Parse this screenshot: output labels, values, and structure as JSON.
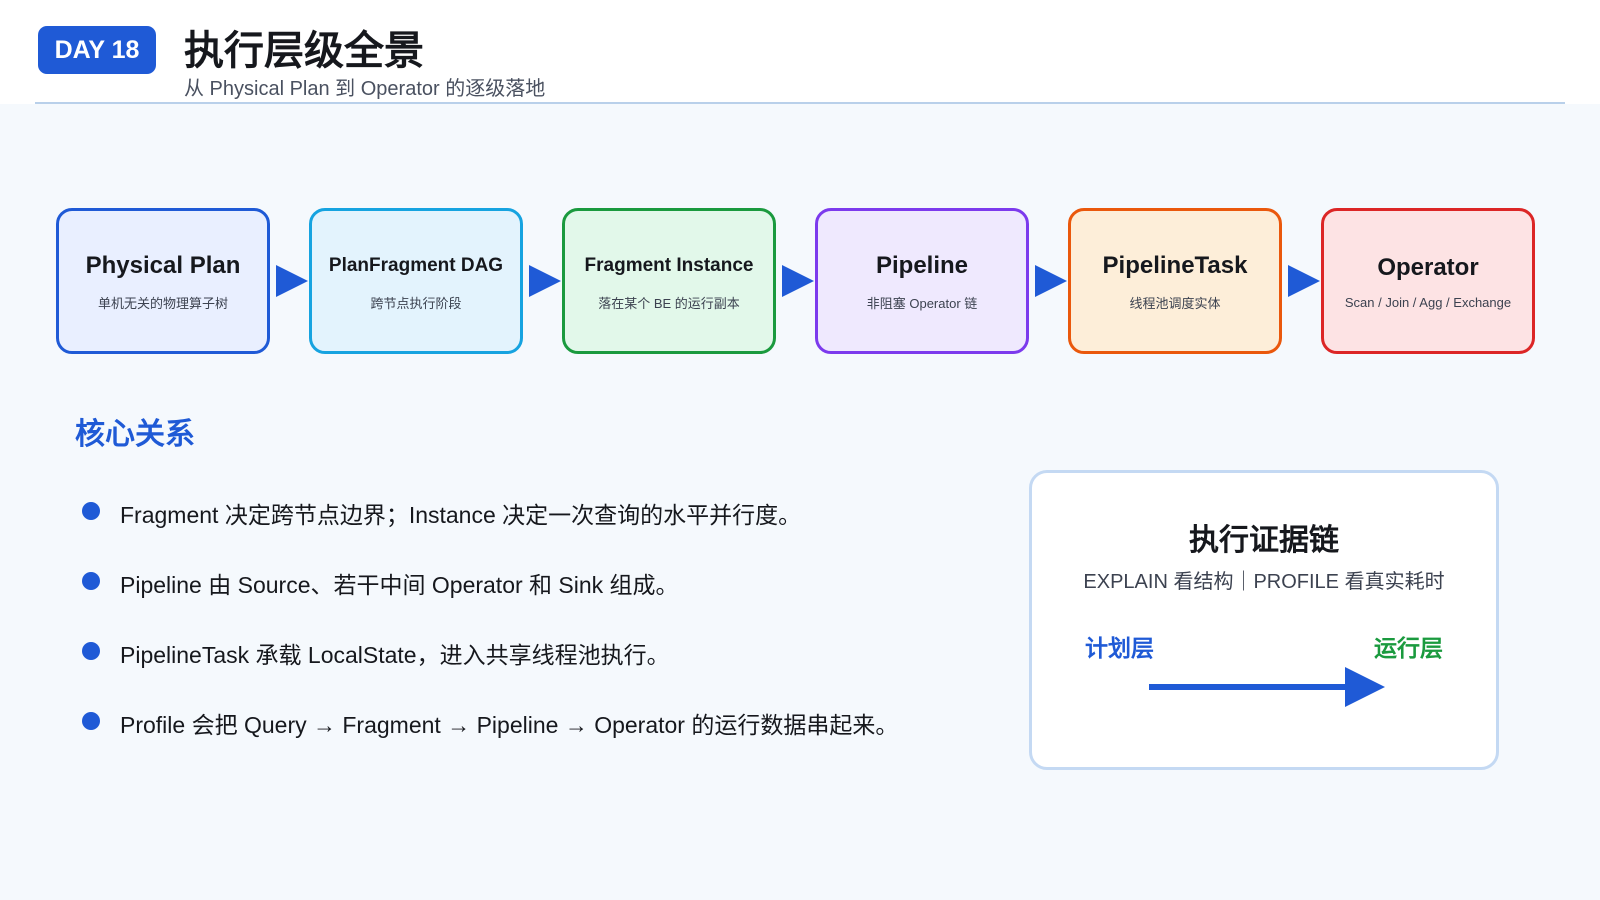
{
  "header": {
    "day_badge": "DAY 18",
    "title": "执行层级全景",
    "subtitle": "从 Physical Plan 到 Operator 的逐级落地"
  },
  "flow": {
    "arrow_color": "#1f5ad6",
    "stages": [
      {
        "title": "Physical Plan",
        "desc": "单机无关的物理算子树",
        "border": "#1f5ad6",
        "bg": "#e9efff"
      },
      {
        "title": "PlanFragment DAG",
        "desc": "跨节点执行阶段",
        "border": "#16a3e0",
        "bg": "#e3f3fd"
      },
      {
        "title": "Fragment Instance",
        "desc": "落在某个 BE 的运行副本",
        "border": "#1a9a3e",
        "bg": "#e2f8ea"
      },
      {
        "title": "Pipeline",
        "desc": "非阻塞 Operator 链",
        "border": "#7c3aed",
        "bg": "#efe9fe"
      },
      {
        "title": "PipelineTask",
        "desc": "线程池调度实体",
        "border": "#ea580c",
        "bg": "#fdeed9"
      },
      {
        "title": "Operator",
        "desc": "Scan / Join / Agg / Exchange",
        "border": "#dc2626",
        "bg": "#fde3e4"
      }
    ]
  },
  "core": {
    "title": "核心关系",
    "bullets": [
      "Fragment 决定跨节点边界；Instance 决定一次查询的水平并行度。",
      "Pipeline 由 Source、若干中间 Operator 和 Sink 组成。",
      "PipelineTask 承载 LocalState，进入共享线程池执行。",
      "Profile 会把 Query → Fragment → Pipeline → Operator 的运行数据串起来。"
    ]
  },
  "evidence": {
    "title": "执行证据链",
    "subtitle": "EXPLAIN 看结构｜PROFILE 看真实耗时",
    "left_label": "计划层",
    "right_label": "运行层",
    "arrow_icon": "right-arrow-icon"
  },
  "colors": {
    "accent": "#1f5ad6",
    "green": "#1a9a3e",
    "background": "#f5f9fd"
  }
}
